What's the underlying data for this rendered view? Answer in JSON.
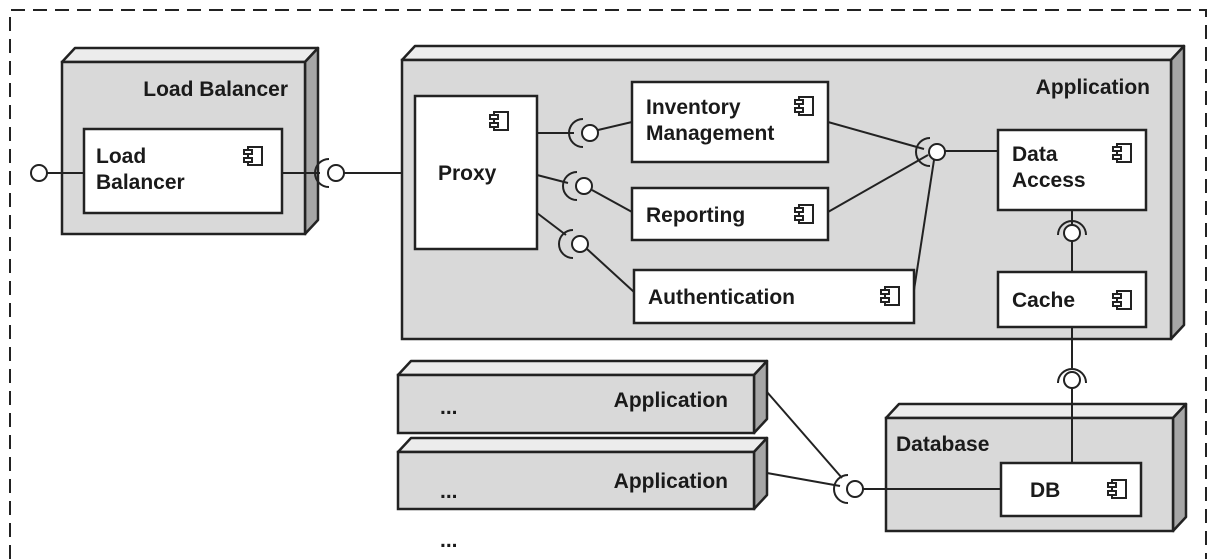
{
  "nodes": {
    "load_balancer": "Load Balancer",
    "application_main": "Application",
    "application_2": "Application",
    "application_3": "Application",
    "database": "Database"
  },
  "components": {
    "load_balancer": [
      "Load",
      "Balancer"
    ],
    "proxy": "Proxy",
    "inventory": [
      "Inventory",
      "Management"
    ],
    "reporting": "Reporting",
    "authentication": "Authentication",
    "data_access": [
      "Data",
      "Access"
    ],
    "cache": "Cache",
    "db": "DB"
  },
  "ellipsis": {
    "app2": "...",
    "app3": "...",
    "bottom": "..."
  }
}
